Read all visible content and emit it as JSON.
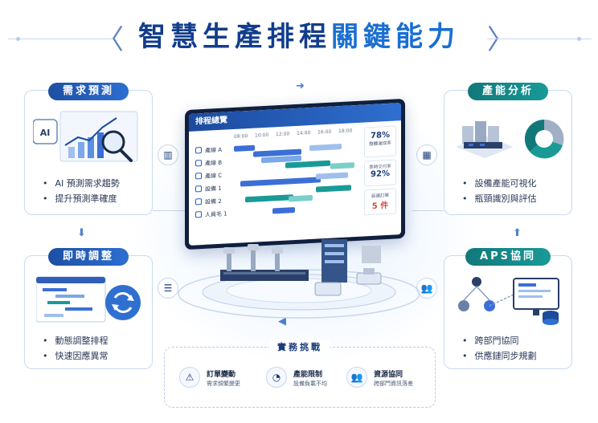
{
  "title": {
    "part1": "智慧生產排程",
    "part2": "關鍵能力"
  },
  "cards": {
    "demand": {
      "title": "需求預測",
      "icon_label": "AI",
      "bullets": [
        "AI 預測需求趨勢",
        "提升預測準確度"
      ]
    },
    "realtime": {
      "title": "即時調整",
      "bullets": [
        "動態調整排程",
        "快速因應異常"
      ]
    },
    "capacity": {
      "title": "產能分析",
      "bullets": [
        "設備產能可視化",
        "瓶頸識別與評估"
      ]
    },
    "aps": {
      "title": "APS協同",
      "bullets": [
        "跨部門協同",
        "供應鏈同步規劃"
      ]
    }
  },
  "dashboard": {
    "title": "排程總覽",
    "times": [
      "08:00",
      "10:00",
      "12:00",
      "14:00",
      "16:00",
      "18:00"
    ],
    "rows": [
      "產線 A",
      "產線 B",
      "產線 C",
      "設備 1",
      "設備 2",
      "人員毛 1"
    ],
    "kpis": [
      {
        "value": "78%",
        "label": "整體達成率"
      },
      {
        "label": "準時交付率",
        "value": "92%"
      },
      {
        "label": "延遲訂單",
        "value": "5 件"
      }
    ]
  },
  "challenges": {
    "title": "實務挑戰",
    "items": [
      {
        "title": "訂單變動",
        "sub": "需求頻繁變更"
      },
      {
        "title": "產能限制",
        "sub": "設備負載不均"
      },
      {
        "title": "資源協同",
        "sub": "跨部門資訊落差"
      }
    ]
  },
  "colors": {
    "navy": "#123d8c",
    "blue": "#1a6fd1",
    "teal": "#11787a",
    "bar_blue": "#3b6fd6",
    "bar_teal": "#1a9a97"
  }
}
